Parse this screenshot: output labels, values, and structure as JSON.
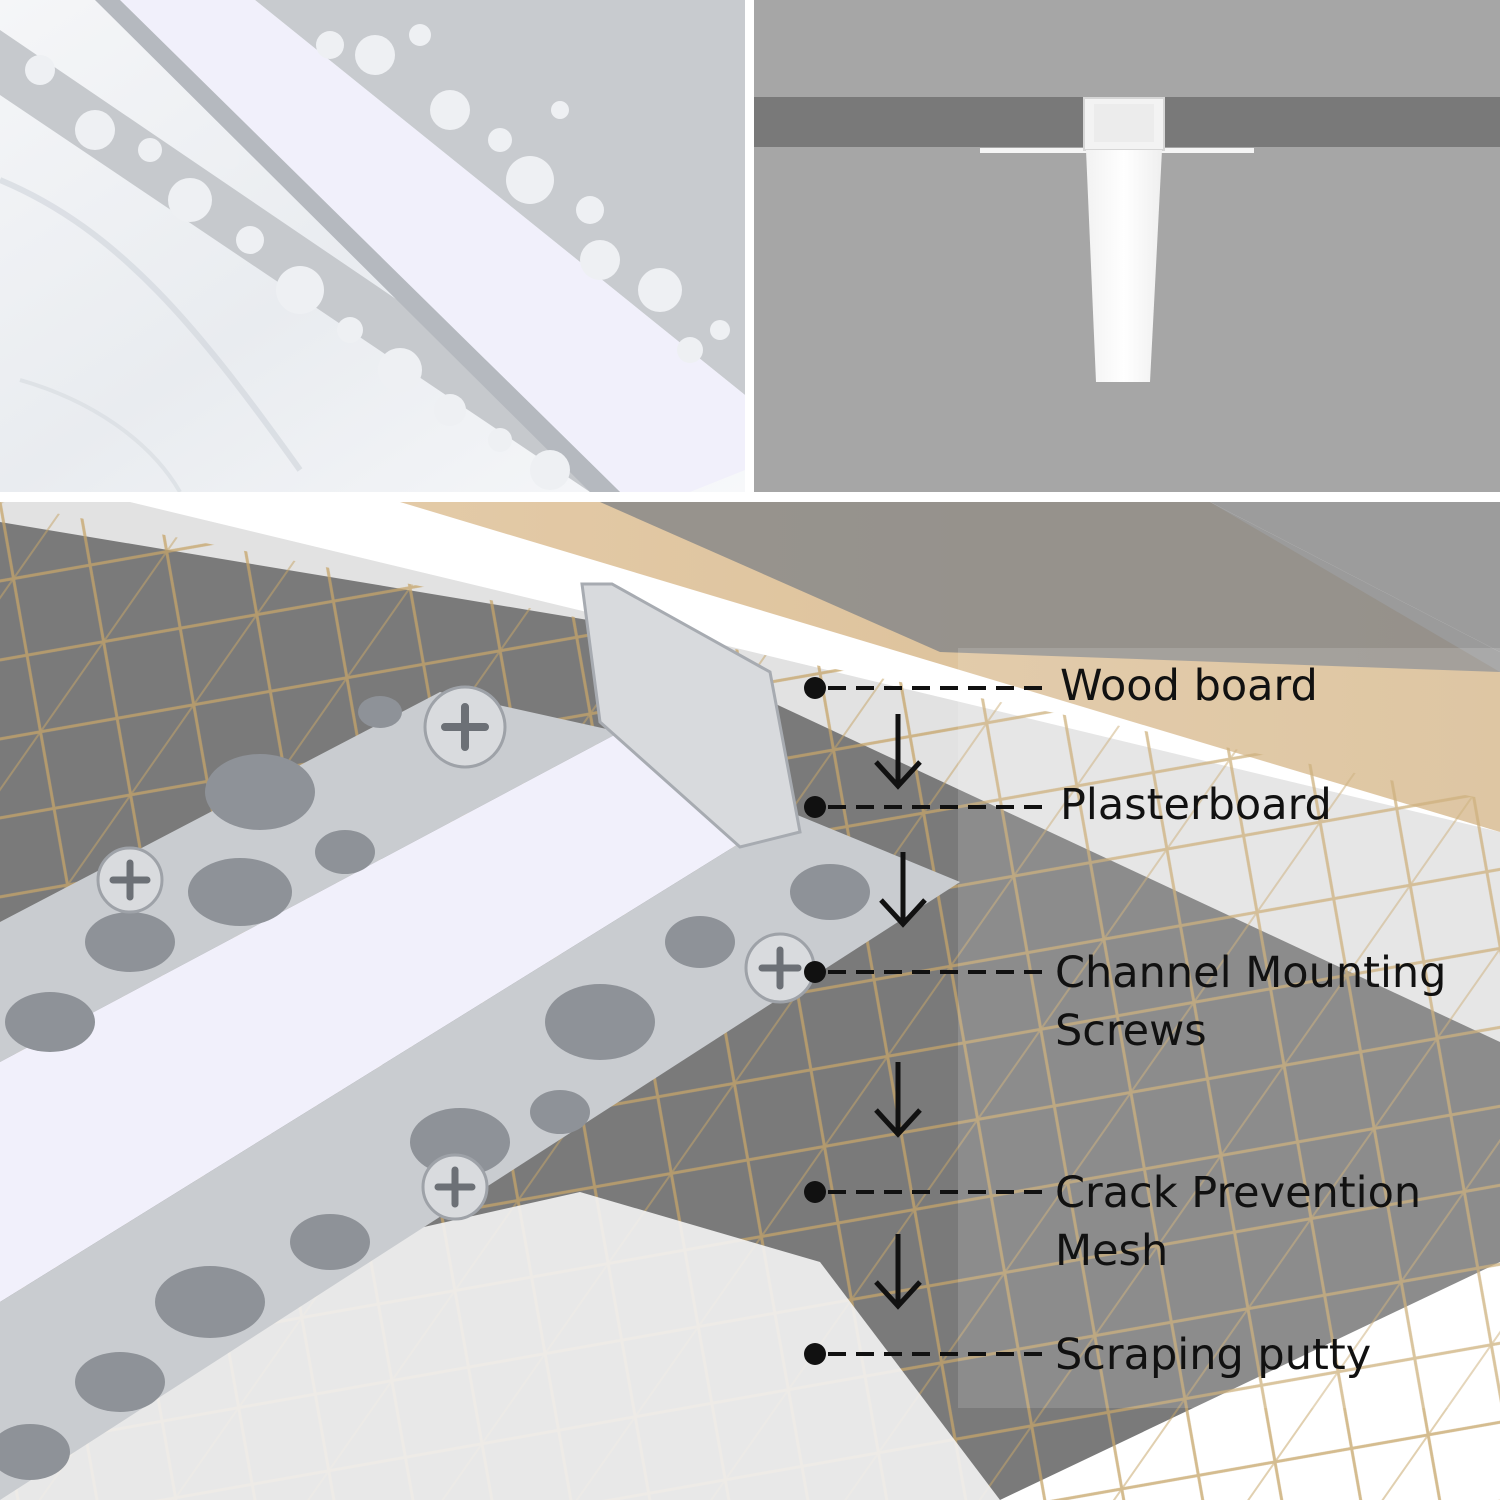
{
  "colors": {
    "aluminium": "#c9ccd0",
    "aluminium_shade": "#a7abb1",
    "diffuser": "#f1f0fb",
    "wood": "#e1c8a2",
    "plaster": "#e2e2e2",
    "section_grey": "#a6a6a6",
    "section_dark": "#797979",
    "mesh": "#c6a56a",
    "label_text": "#111111",
    "arrow": "#111111"
  },
  "layers": [
    {
      "id": "wood",
      "label": "Wood board",
      "icon": "arrow-down-icon"
    },
    {
      "id": "plaster",
      "label": "Plasterboard",
      "icon": "arrow-down-icon"
    },
    {
      "id": "screws",
      "label": "Channel Mounting\nScrews",
      "icon": "arrow-down-icon"
    },
    {
      "id": "mesh",
      "label": "Crack Prevention\nMesh",
      "icon": "arrow-down-icon"
    },
    {
      "id": "putty",
      "label": "Scraping putty"
    }
  ]
}
